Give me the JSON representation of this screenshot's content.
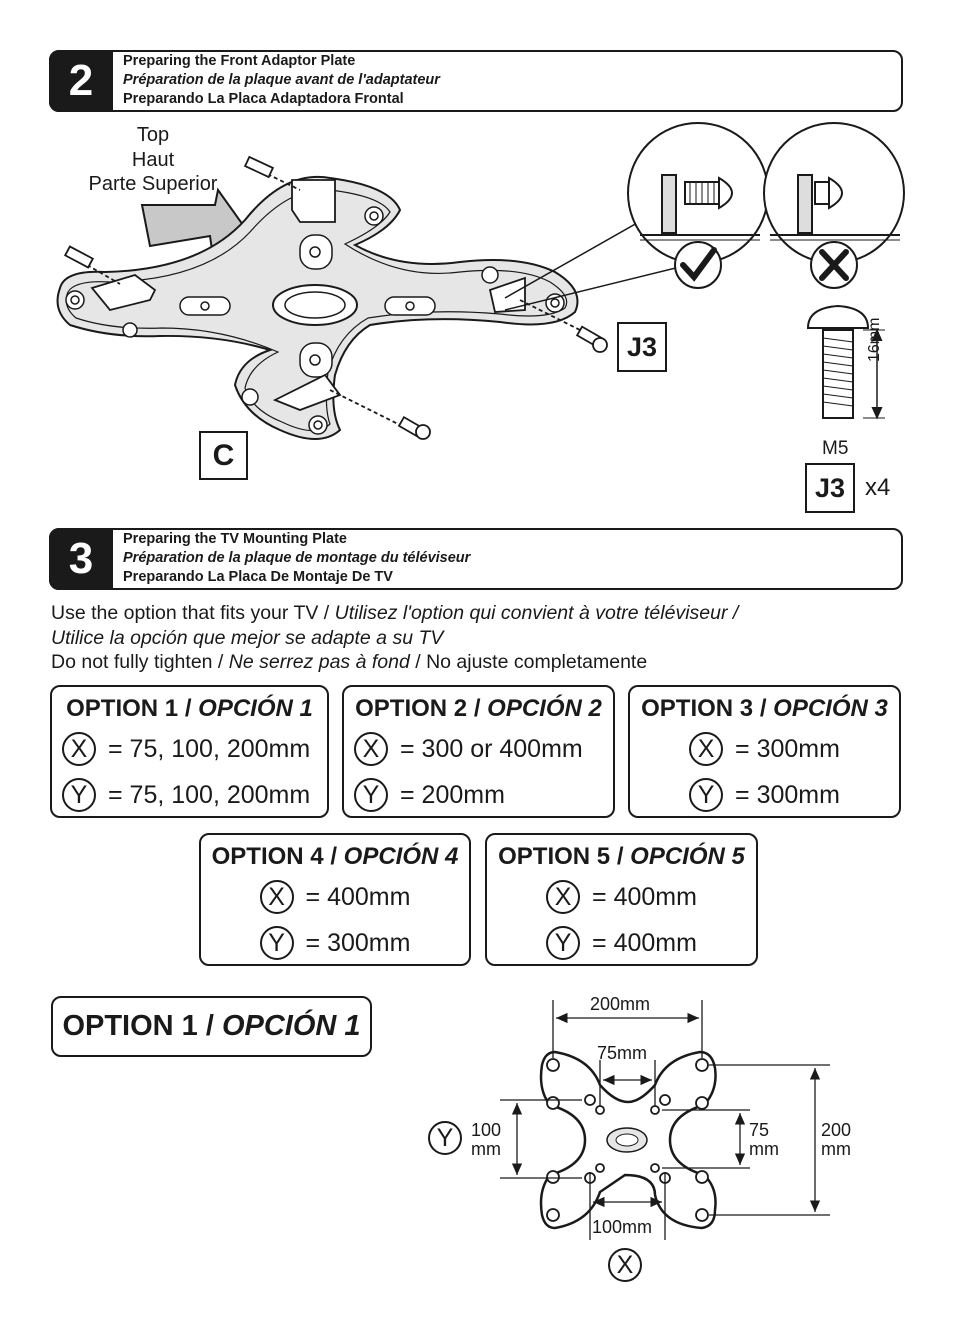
{
  "step2": {
    "number": "2",
    "title_en": "Preparing the Front Adaptor Plate",
    "title_fr": "Préparation de la plaque avant de l'adaptateur",
    "title_es": "Preparando La Placa Adaptadora Frontal"
  },
  "orientation": {
    "en": "Top",
    "fr": "Haut",
    "es": "Parte Superior"
  },
  "part_c": "C",
  "hardware": {
    "label": "J3",
    "label_side": "J3",
    "length": "16mm",
    "size": "M5",
    "qty": "x4"
  },
  "step3": {
    "number": "3",
    "title_en": "Preparing the TV Mounting Plate",
    "title_fr": "Préparation de la plaque de montage du téléviseur",
    "title_es": "Preparando La Placa De Montaje De TV"
  },
  "intro": {
    "line1_en": "Use the option that fits your TV / ",
    "line1_fr": "Utilisez l'option qui convient à votre téléviseur /",
    "line2_es": "Utilice la opción que mejor se adapte a su TV",
    "line3_en": "Do not fully tighten / ",
    "line3_fr": "Ne serrez pas à fond",
    "line3_sep": " / ",
    "line3_es": "No ajuste completamente"
  },
  "options": [
    {
      "title": "OPTION 1",
      "title_es": "OPCIÓN 1",
      "x": "= 75, 100, 200mm",
      "y": "= 75, 100, 200mm"
    },
    {
      "title": "OPTION 2",
      "title_es": "OPCIÓN 2",
      "x": "= 300 or 400mm",
      "y": "= 200mm"
    },
    {
      "title": "OPTION 3",
      "title_es": "OPCIÓN 3",
      "x": "= 300mm",
      "y": "= 300mm"
    },
    {
      "title": "OPTION 4",
      "title_es": "OPCIÓN 4",
      "x": "= 400mm",
      "y": "= 300mm"
    },
    {
      "title": "OPTION 5",
      "title_es": "OPCIÓN 5",
      "x": "= 400mm",
      "y": "= 400mm"
    }
  ],
  "axis_x": "X",
  "axis_y": "Y",
  "option1_detail": {
    "title": "OPTION 1",
    "sep": " / ",
    "title_es": "OPCIÓN 1",
    "top_200": "200mm",
    "top_75": "75mm",
    "left_100": "100",
    "left_100_unit": "mm",
    "right_75": "75",
    "right_75_unit": "mm",
    "right_200": "200",
    "right_200_unit": "mm",
    "bottom_100": "100mm"
  },
  "colors": {
    "ink": "#1a1a1a",
    "plate_fill": "#e6e6e6",
    "arrow_fill": "#c8c8c8"
  }
}
